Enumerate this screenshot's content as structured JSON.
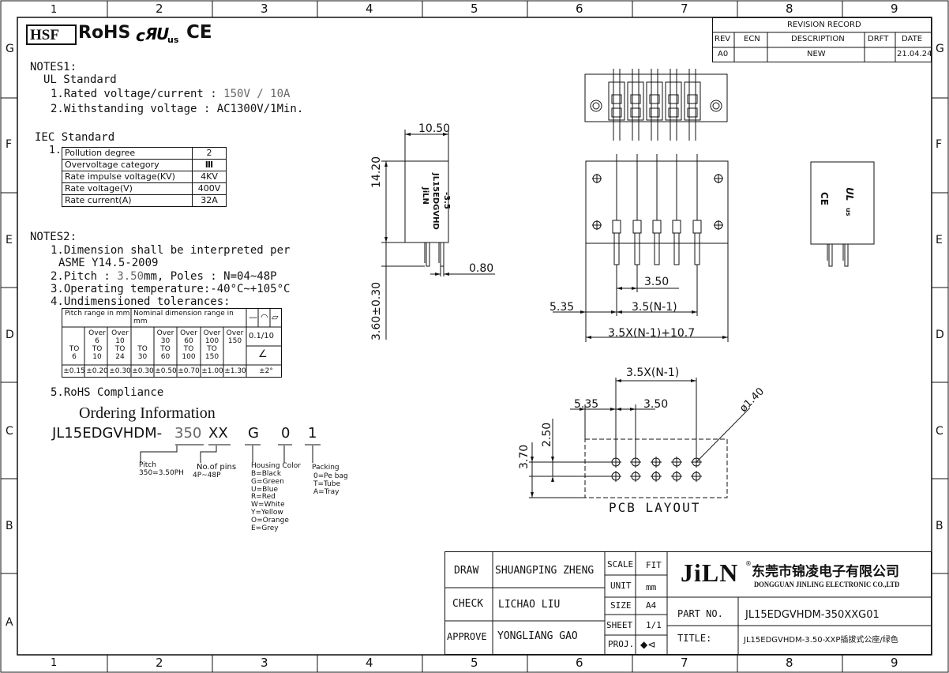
{
  "frame": {
    "cols": [
      "1",
      "2",
      "3",
      "4",
      "5",
      "6",
      "7",
      "8",
      "9"
    ],
    "rows": [
      "G",
      "F",
      "E",
      "D",
      "C",
      "B",
      "A"
    ]
  },
  "logos": {
    "hsf": "HSF",
    "rohs": "RoHS",
    "ul": "us",
    "ce": "CE"
  },
  "revision": {
    "title": "REVISION RECORD",
    "headers": [
      "REV",
      "ECN",
      "DESCRIPTION",
      "DRFT",
      "DATE"
    ],
    "row": [
      "A0",
      "",
      "NEW",
      "",
      "21.04.24"
    ]
  },
  "notes1": {
    "heading": "NOTES1:",
    "ul_title": "UL Standard",
    "ul_1_prefix": "1.Rated voltage/current : ",
    "ul_1_value": "150V / 10A",
    "ul_2": "2.Withstanding voltage : AC1300V/1Min.",
    "iec_title": "IEC Standard",
    "iec_num": "1.",
    "iec_rows": [
      [
        "Pollution degree",
        "2"
      ],
      [
        "Overvoltage category",
        "Ⅲ"
      ],
      [
        "Rate impulse voltage(KV)",
        "4KV"
      ],
      [
        "Rate voltage(V)",
        "400V"
      ],
      [
        "Rate current(A)",
        "32A"
      ]
    ]
  },
  "notes2": {
    "heading": "NOTES2:",
    "n1a": "1.Dimension shall be interpreted per",
    "n1b": "ASME Y14.5-2009",
    "n2_prefix": "2.Pitch : ",
    "n2_value": "3.50",
    "n2_suffix": "mm, Poles : N=04~48P",
    "n3": "3.Operating temperature:-40°C~+105°C",
    "n4": "4.Undimensioned tolerances:",
    "n5": "5.RoHS Compliance"
  },
  "tolerance": {
    "h_pitch": "Pitch range in mm",
    "h_nominal": "Nominal dimension range in mm",
    "h_sym1": "—",
    "h_sym2": "◠",
    "h_sym3": "⏥",
    "pitch_cols": [
      "TO\n6",
      "Over\n6\nTO\n10",
      "Over\n10\nTO\n24"
    ],
    "nominal_cols": [
      "TO\n30",
      "Over\n30\nTO\n60",
      "Over\n60\nTO\n100",
      "Over\n100\nTO\n150",
      "Over\n150"
    ],
    "flat": "0.1/10",
    "angle_sym": "∠",
    "values": [
      "±0.15",
      "±0.20",
      "±0.30",
      "±0.30",
      "±0.50",
      "±0.70",
      "±1.00",
      "±1.30",
      "±2°"
    ]
  },
  "ordering": {
    "title": "Ordering Information",
    "code_prefix": "JL15EDGVHDM-",
    "code_350": "350",
    "code_xx": "XX",
    "code_g": "G",
    "code_0": "0",
    "code_1": "1",
    "pitch_label": "Pitch",
    "pitch_value": "350=3.50PH",
    "pins_label": "No.of pins",
    "pins_value": "4P~48P",
    "housing_label": "Housing Color",
    "housing_values": [
      "B=Black",
      "G=Green",
      "U=Blue",
      "R=Red",
      "W=White",
      "Y=Yellow",
      "O=Orange",
      "E=Grey"
    ],
    "packing_label": "Packing",
    "packing_values": [
      "0=Pe bag",
      "T=Tube",
      "A=Tray"
    ]
  },
  "dims": {
    "w_side": "10.50",
    "h_side": "14.20",
    "pin_w": "0.80",
    "pin_len": "3.60±0.30",
    "pitch": "3.50",
    "offset": "5.35",
    "span": "3.5(N-1)",
    "total": "3.5X(N-1)+10.7",
    "pcb_span": "3.5X(N-1)",
    "pcb_offset": "5.35",
    "pcb_pitch": "3.50",
    "hole": "ø1.40",
    "row_gap": "2.50",
    "row_off": "3.70",
    "pcb_title": "PCB LAYOUT",
    "side_mark_1": "-3.5",
    "side_mark_2": "JL15EDGVHD",
    "side_mark_3": "JiLN",
    "rear_mark_1": "CE",
    "rear_mark_2": "UL",
    "rear_mark_3": "us"
  },
  "titleblock": {
    "draw_l": "DRAW",
    "draw_v": "SHUANGPING ZHENG",
    "check_l": "CHECK",
    "check_v": "LICHAO LIU",
    "approve_l": "APPROVE",
    "approve_v": "YONGLIANG GAO",
    "scale_l": "SCALE",
    "scale_v": "FIT",
    "unit_l": "UNIT",
    "unit_v": "mm",
    "size_l": "SIZE",
    "size_v": "A4",
    "sheet_l": "SHEET",
    "sheet_v": "1/1",
    "proj_l": "PROJ.",
    "proj_v": "◆⊲",
    "brand": "JiLN",
    "company_cn": "东莞市锦凌电子有限公司",
    "company_en": "DONGGUAN JINLING ELECTRONIC CO.,LTD",
    "partno_l": "PART NO.",
    "partno_v": "JL15EDGVHDM-350XXG01",
    "title_l": "TITLE:",
    "title_v": "JL15EDGVHDM-3.50-XXP插拔式公座/绿色"
  }
}
